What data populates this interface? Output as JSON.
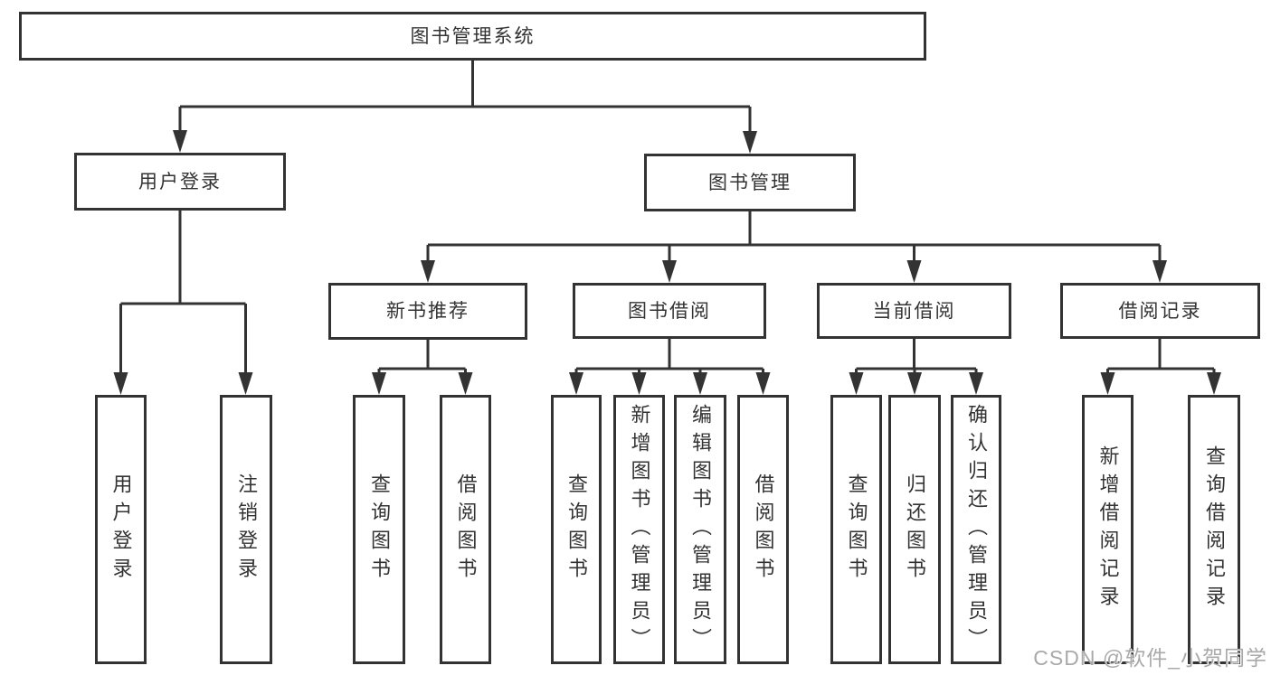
{
  "diagram_type": "hierarchy-tree",
  "watermark": "CSDN @软件_小贺同学",
  "colors": {
    "line": "#333333",
    "box_border": "#333333",
    "box_background": "#ffffff",
    "text": "#333333",
    "watermark_text": "#a9a9a9"
  },
  "tree": {
    "label": "图书管理系统",
    "children": [
      {
        "label": "用户登录",
        "children": [
          {
            "label": "用户登录"
          },
          {
            "label": "注销登录"
          }
        ]
      },
      {
        "label": "图书管理",
        "children": [
          {
            "label": "新书推荐",
            "children": [
              {
                "label": "查询图书"
              },
              {
                "label": "借阅图书"
              }
            ]
          },
          {
            "label": "图书借阅",
            "children": [
              {
                "label": "查询图书"
              },
              {
                "label": "新增图书（管理员）"
              },
              {
                "label": "编辑图书（管理员）"
              },
              {
                "label": "借阅图书"
              }
            ]
          },
          {
            "label": "当前借阅",
            "children": [
              {
                "label": "查询图书"
              },
              {
                "label": "归还图书"
              },
              {
                "label": "确认归还（管理员）"
              }
            ]
          },
          {
            "label": "借阅记录",
            "children": [
              {
                "label": "新增借阅记录"
              },
              {
                "label": "查询借阅记录"
              }
            ]
          }
        ]
      }
    ]
  }
}
